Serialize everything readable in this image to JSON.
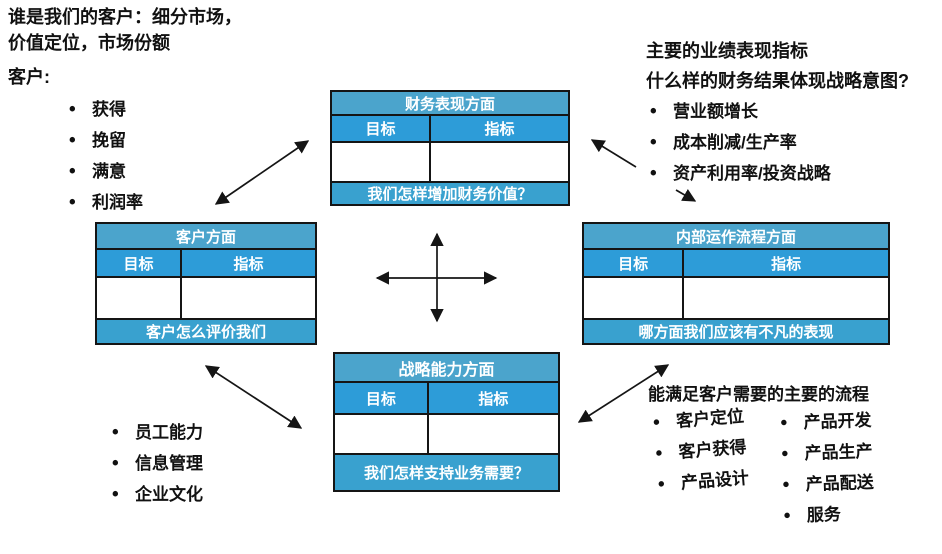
{
  "colors": {
    "title_blue": "#4BA4CC",
    "header_blue": "#2D9CD8",
    "footer_blue": "#39A1CF",
    "border": "#151515",
    "box_text": "#ffffff",
    "body_text": "#111111"
  },
  "top_left": {
    "heading_line1": "谁是我们的客户：细分市场，",
    "heading_line2": "价值定位，市场份额",
    "subheading": "客户:",
    "bullets": [
      "获得",
      "挽留",
      "满意",
      "利润率"
    ]
  },
  "top_right": {
    "heading_line1": "主要的业绩表现指标",
    "heading_line2": "什么样的财务结果体现战略意图?",
    "bullets": [
      "营业额增长",
      "成本削减/生产率",
      "资产利用率/投资战略"
    ]
  },
  "boxes": {
    "financial": {
      "title": "财务表现方面",
      "col_goal": "目标",
      "col_metric": "指标",
      "question": "我们怎样增加财务价值？"
    },
    "customer": {
      "title": "客户方面",
      "col_goal": "目标",
      "col_metric": "指标",
      "question": "客户怎么评价我们"
    },
    "internal": {
      "title": "内部运作流程方面",
      "col_goal": "目标",
      "col_metric": "指标",
      "question": "哪方面我们应该有不凡的表现"
    },
    "strategic": {
      "title": "战略能力方面",
      "col_goal": "目标",
      "col_metric": "指标",
      "question": "我们怎样支持业务需要？"
    }
  },
  "bottom_left": {
    "bullets": [
      "员工能力",
      "信息管理",
      "企业文化"
    ]
  },
  "bottom_right": {
    "heading": "能满足客户需要的主要的流程",
    "bullets_col1": [
      "客户定位",
      "客户获得",
      "产品设计"
    ],
    "bullets_col2": [
      "产品开发",
      "产品生产",
      "产品配送",
      "服务"
    ]
  }
}
